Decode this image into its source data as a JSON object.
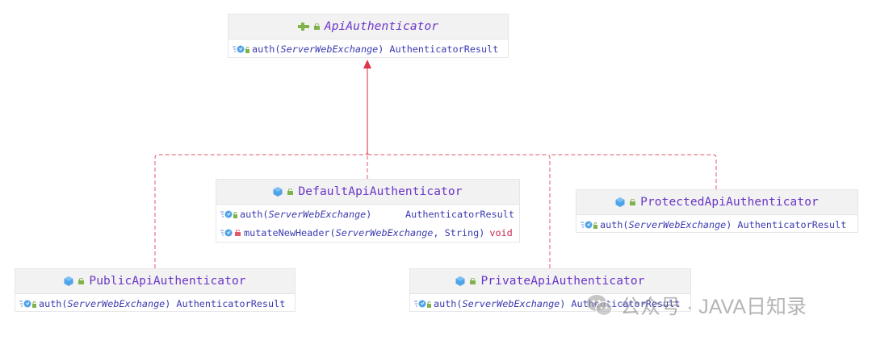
{
  "diagram": {
    "interface": {
      "name": "ApiAuthenticator",
      "methods": [
        {
          "name": "auth",
          "param": "ServerWebExchange",
          "returns": "AuthenticatorResult"
        }
      ]
    },
    "classes": {
      "default": {
        "name": "DefaultApiAuthenticator",
        "methods": [
          {
            "name": "auth",
            "param": "ServerWebExchange",
            "returns": "AuthenticatorResult"
          },
          {
            "name": "mutateNewHeader",
            "param": "ServerWebExchange",
            "extra": ", String",
            "returns": "void"
          }
        ]
      },
      "protected": {
        "name": "ProtectedApiAuthenticator",
        "methods": [
          {
            "name": "auth",
            "param": "ServerWebExchange",
            "returns": "AuthenticatorResult"
          }
        ]
      },
      "public": {
        "name": "PublicApiAuthenticator",
        "methods": [
          {
            "name": "auth",
            "param": "ServerWebExchange",
            "returns": "AuthenticatorResult"
          }
        ]
      },
      "private": {
        "name": "PrivateApiAuthenticator",
        "methods": [
          {
            "name": "auth",
            "param": "ServerWebExchange",
            "returns": "AuthenticatorResult"
          }
        ]
      }
    },
    "relations": [
      {
        "from": "DefaultApiAuthenticator",
        "to": "ApiAuthenticator",
        "type": "implements"
      },
      {
        "from": "ProtectedApiAuthenticator",
        "to": "ApiAuthenticator",
        "type": "implements"
      },
      {
        "from": "PublicApiAuthenticator",
        "to": "ApiAuthenticator",
        "type": "implements"
      },
      {
        "from": "PrivateApiAuthenticator",
        "to": "ApiAuthenticator",
        "type": "implements"
      }
    ],
    "colors": {
      "class_name": "#6a35c7",
      "method_text": "#3b3bb0",
      "void_keyword": "#c7254e",
      "relation_line": "#e05a6a",
      "header_bg": "#f2f2f2"
    }
  },
  "watermark": {
    "text": "公众号 · JAVA日知录",
    "icon": "wechat-icon"
  }
}
